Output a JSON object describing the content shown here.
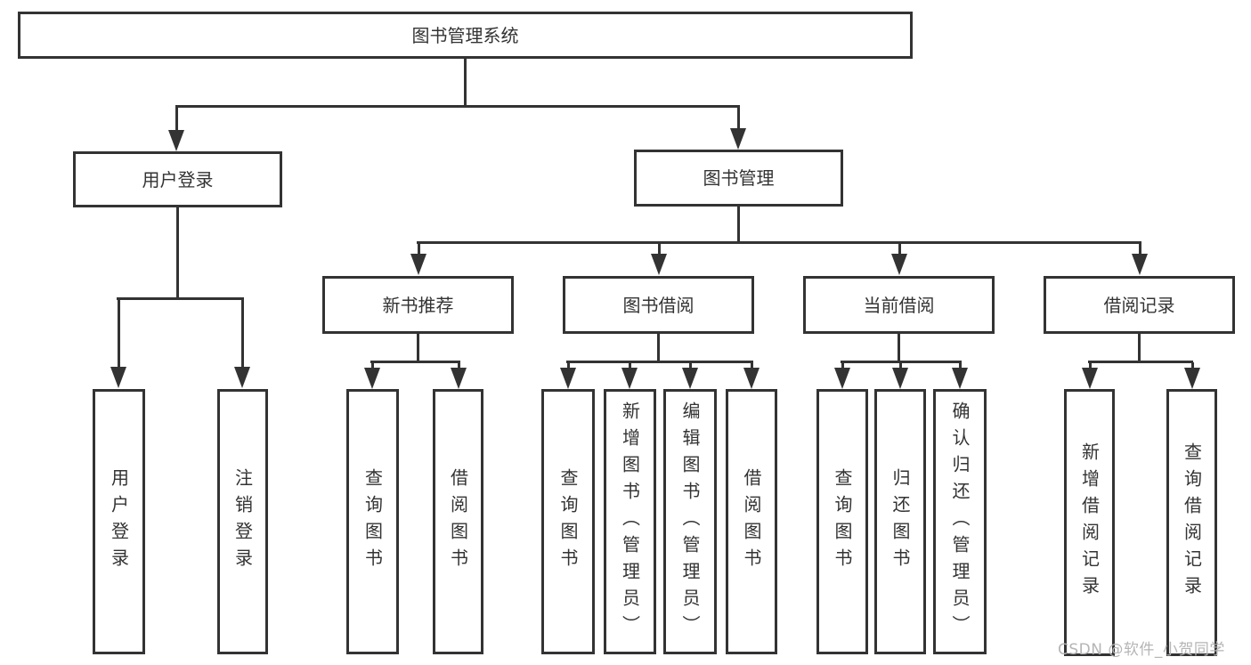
{
  "diagram_type": "hierarchy-tree",
  "colors": {
    "line": "#333333",
    "box_border": "#333333",
    "box_fill": "#ffffff",
    "text": "#333333",
    "background": "#ffffff",
    "watermark": "#b5b5b5"
  },
  "hierarchy": {
    "label": "图书管理系统",
    "children": [
      {
        "label": "用户登录",
        "children": [
          {
            "label": "用户登录"
          },
          {
            "label": "注销登录"
          }
        ]
      },
      {
        "label": "图书管理",
        "children": [
          {
            "label": "新书推荐",
            "children": [
              {
                "label": "查询图书"
              },
              {
                "label": "借阅图书"
              }
            ]
          },
          {
            "label": "图书借阅",
            "children": [
              {
                "label": "查询图书"
              },
              {
                "label": "新增图书（管理员）"
              },
              {
                "label": "编辑图书（管理员）"
              },
              {
                "label": "借阅图书"
              }
            ]
          },
          {
            "label": "当前借阅",
            "children": [
              {
                "label": "查询图书"
              },
              {
                "label": "归还图书"
              },
              {
                "label": "确认归还（管理员）"
              }
            ]
          },
          {
            "label": "借阅记录",
            "children": [
              {
                "label": "新增借阅记录"
              },
              {
                "label": "查询借阅记录"
              }
            ]
          }
        ]
      }
    ]
  },
  "watermark": {
    "text": "CSDN @软件_小贺同学"
  }
}
